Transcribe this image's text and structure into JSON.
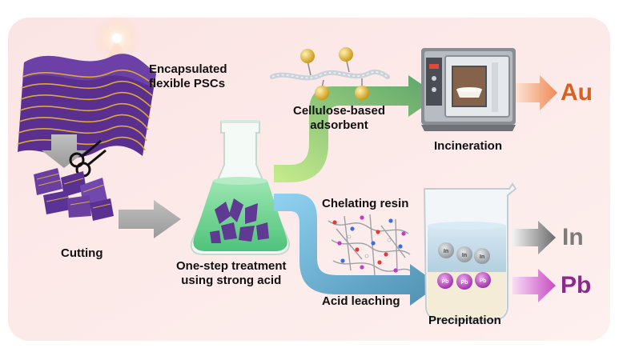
{
  "labels": {
    "encapsulated": [
      "Encapsulated",
      "flexible PSCs"
    ],
    "cutting": "Cutting",
    "one_step": [
      "One-step treatment",
      "using strong acid"
    ],
    "cellulose": [
      "Cellulose-based",
      "adsorbent"
    ],
    "incineration": "Incineration",
    "chelating": "Chelating resin",
    "acid_leaching": "Acid leaching",
    "precipitation": "Precipitation"
  },
  "products": {
    "au": "Au",
    "in": "In",
    "pb": "Pb"
  },
  "particle_labels": {
    "in": "In",
    "pb": "Pb"
  },
  "colors": {
    "background_panel": "#fbeaea",
    "solar_cell": "#6a3fa0",
    "gold_lines": "#d9a93a",
    "green_liquid": "#7ed99b",
    "green_arrow": "#8fce86",
    "blue_arrow": "#6fb6de",
    "au": "#d9601f",
    "in": "#7b7b7b",
    "pb": "#8a2a8a",
    "grey_arrow": "#bdbdbd"
  }
}
